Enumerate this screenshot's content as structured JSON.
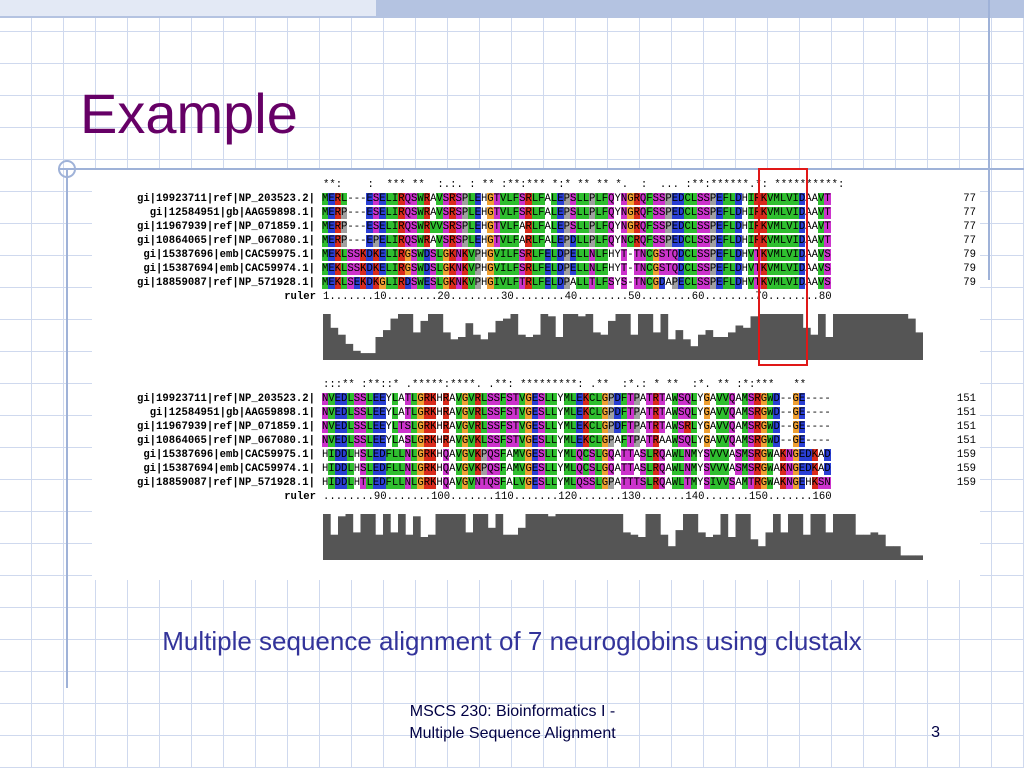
{
  "slide": {
    "title": "Example",
    "caption": "Multiple sequence alignment of 7 neuroglobins using clustalx",
    "footer_line1": "MSCS 230: Bioinformatics I -",
    "footer_line2": "Multiple Sequence Alignment",
    "page_number": "3"
  },
  "colors": {
    "title": "#660066",
    "caption": "#33339a",
    "highlight_box": "#e01818",
    "grid": "#cfd9ee",
    "residue_green": "#2fbf2f",
    "residue_red": "#d92b1c",
    "residue_blue": "#2a3fd4",
    "residue_orange": "#f0a033",
    "residue_magenta": "#cc33cc",
    "residue_gray": "#a0a0a0",
    "conservation_histogram": "#555555"
  },
  "alignment": {
    "block1": {
      "consensus": "**:    :  *** **  :.:. : ** :**:*** *:* ** ** *.  :  ... :**:******.*: **********:",
      "rows": [
        {
          "name": "gi|19923711|ref|NP_203523.2|",
          "seq": "MERL---ESELIRQSWRAVSRSPLEHGTVLFSRLFALEPSLLPLFQYNGRQFSSPEDCLSSPEFLDHIRKVMLVIDAAVT",
          "end": "77"
        },
        {
          "name": "gi|12584951|gb|AAG59898.1|",
          "seq": "MERP---ESELIRQSWRAVSRSPLEHGTVLFSRLFALEPSLLPLFQYNGRQFSSPEDCLSSPEFLDHIRKVMLVIDAAVT",
          "end": "77"
        },
        {
          "name": "gi|11967939|ref|NP_071859.1|",
          "seq": "MERP---ESELIRQSWRVVSRSPLEHGTVLFARLFALEPSLLPLFQYNGRQFSSPEDCLSSPEFLDHIRKVMLVIDAAVT",
          "end": "77"
        },
        {
          "name": "gi|10864065|ref|NP_067080.1|",
          "seq": "MERP---EPELIRQSWRAVSRSPLEHGTVLFARLFALEPDLLPLFQYNCRQFSSPEDCLSSPEFLDHIRKVMLVIDAAVT",
          "end": "77"
        },
        {
          "name": "gi|15387696|emb|CAC59975.1|",
          "seq": "MEKLSSKDKELIRGSWDSLGKNKVPHGVILFSRLFELDPELLNLFHYT-TNCGSTQDCLSSPEFLDHVTKVMLVIDAAVS",
          "end": "79"
        },
        {
          "name": "gi|15387694|emb|CAC59974.1|",
          "seq": "MEKLSSKDKELIRGSWDSLGKNKVPHGVILFSRLFELDPELLNLFHYT-TNCGSTQDCLSSPEFLDHVTKVMLVIDAAVS",
          "end": "79"
        },
        {
          "name": "gi|18859087|ref|NP_571928.1|",
          "seq": "MEKLSEKDKGLIRDSWESLGKNKVPHGIVLFTRLFELDPALLTLFSYS-TNCGDAPECLSSPEFLDHVTKVMLVIDAAVS",
          "end": "79"
        }
      ],
      "ruler_label": "ruler",
      "ruler": "1.......10........20........30........40........50........60........70........80",
      "conservation": [
        1.0,
        0.7,
        0.55,
        0.35,
        0.2,
        0.15,
        0.15,
        0.5,
        0.65,
        0.9,
        1.0,
        1.0,
        0.6,
        0.85,
        1.0,
        1.0,
        0.6,
        0.45,
        0.5,
        0.8,
        0.55,
        0.45,
        0.6,
        0.85,
        0.9,
        1.0,
        0.55,
        0.5,
        0.55,
        1.0,
        0.95,
        0.5,
        1.0,
        1.0,
        0.95,
        1.0,
        0.6,
        0.55,
        0.85,
        1.0,
        1.0,
        0.55,
        1.0,
        1.0,
        0.6,
        1.0,
        0.45,
        0.65,
        0.45,
        0.3,
        0.55,
        0.65,
        0.5,
        0.5,
        0.6,
        0.75,
        0.7,
        0.95,
        1.0,
        1.0,
        1.0,
        1.0,
        1.0,
        1.0,
        0.7,
        0.55,
        1.0,
        0.5,
        1.0,
        1.0,
        1.0,
        1.0,
        1.0,
        1.0,
        1.0,
        1.0,
        1.0,
        1.0,
        0.9,
        0.6
      ]
    },
    "block2": {
      "consensus": ":::** :**::* .*****:****. .**: *********: .**  :*.: * **  :*. ** :*:***   **",
      "rows": [
        {
          "name": "gi|19923711|ref|NP_203523.2|",
          "seq": "NVEDLSSLEEYLATLGRKHRAVGVRLSSFSTVGESLLYMLEKCLGPDFTPATRTAWSQLYGAVVQAMSRGWD--GE----",
          "end": "151"
        },
        {
          "name": "gi|12584951|gb|AAG59898.1|",
          "seq": "NVEDLSSLEEYLATLGRKHRAVGVRLSSFSTVGESLLYMLEKCLGPDFTPATRTAWSQLYGAVVQAMSRGWD--GE----",
          "end": "151"
        },
        {
          "name": "gi|11967939|ref|NP_071859.1|",
          "seq": "NVEDLSSLEEYLTSLGRKHRAVGVRLSSFSTVGESLLYMLEKCLGPDFTPATRTAWSRLYGAVVQAMSRGWD--GE----",
          "end": "151"
        },
        {
          "name": "gi|10864065|ref|NP_067080.1|",
          "seq": "NVEDLSSLEEYLASLGRKHRAVGVKLSSFSTVGESLLYMLEKCLGPAFTPATRAAWSQLYGAVVQAMSRGWD--GE----",
          "end": "151"
        },
        {
          "name": "gi|15387696|emb|CAC59975.1|",
          "seq": "HIDDLHSLEDFLLNLGRKHQAVGVKPQSFAMVGESLLYMLQCSLGQATTASLRQAWLNMYSVVVASMSRGWAKNGEDKAD",
          "end": "159"
        },
        {
          "name": "gi|15387694|emb|CAC59974.1|",
          "seq": "HIDDLHSLEDFLLNLGRKHQAVGVKPQSFAMVGESLLYMLQCSLGQATTASLRQAWLNMYSVVVASMSRGWAKNGEDKAD",
          "end": "159"
        },
        {
          "name": "gi|18859087|ref|NP_571928.1|",
          "seq": "HIDDLHTLEDFLLNLGRKHQAVGVNTQSFALVGESLLYMLQSSLGPATTTSLRQAWLTMYSIVVSAMTRGWAKNGEHKSN",
          "end": "159"
        }
      ],
      "ruler_label": "ruler",
      "ruler": "........90.......100.......110.......120.......130.......140.......150.......160",
      "conservation": [
        1.0,
        0.55,
        0.95,
        1.0,
        0.6,
        1.0,
        1.0,
        0.55,
        1.0,
        0.6,
        1.0,
        0.55,
        0.95,
        0.5,
        0.55,
        1.0,
        1.0,
        1.0,
        1.0,
        0.6,
        1.0,
        1.0,
        0.7,
        1.0,
        0.55,
        0.55,
        0.7,
        1.0,
        1.0,
        1.0,
        0.95,
        1.0,
        1.0,
        1.0,
        1.0,
        1.0,
        1.0,
        1.0,
        1.0,
        1.0,
        0.6,
        0.55,
        0.5,
        1.0,
        1.0,
        0.55,
        0.3,
        0.65,
        1.0,
        1.0,
        0.6,
        0.5,
        0.55,
        1.0,
        0.5,
        1.0,
        1.0,
        0.45,
        0.3,
        0.6,
        1.0,
        0.6,
        1.0,
        1.0,
        0.55,
        1.0,
        1.0,
        0.6,
        1.0,
        1.0,
        1.0,
        0.55,
        0.55,
        0.6,
        0.55,
        0.3,
        0.3,
        0.1,
        0.1,
        0.1
      ]
    }
  }
}
